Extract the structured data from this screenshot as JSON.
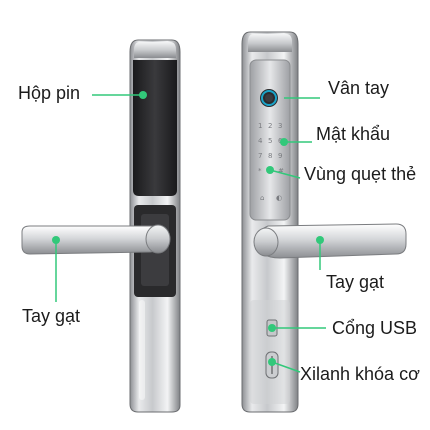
{
  "labels": {
    "battery_box": "Hộp pin",
    "fingerprint": "Vân tay",
    "password": "Mật khẩu",
    "card_swipe_zone": "Vùng quẹt thẻ",
    "handle_back": "Tay gạt",
    "handle_front": "Tay gạt",
    "usb_port": "Cổng USB",
    "key_cylinder": "Xilanh khóa cơ"
  },
  "colors": {
    "accent_dot": "#32c87a",
    "fingerprint_ring": "#1aa3c8",
    "label_text": "#1c1c1c"
  },
  "icons": {
    "fingerprint_sensor": "fingerprint-icon",
    "keypad_digits": "keypad-icon"
  }
}
